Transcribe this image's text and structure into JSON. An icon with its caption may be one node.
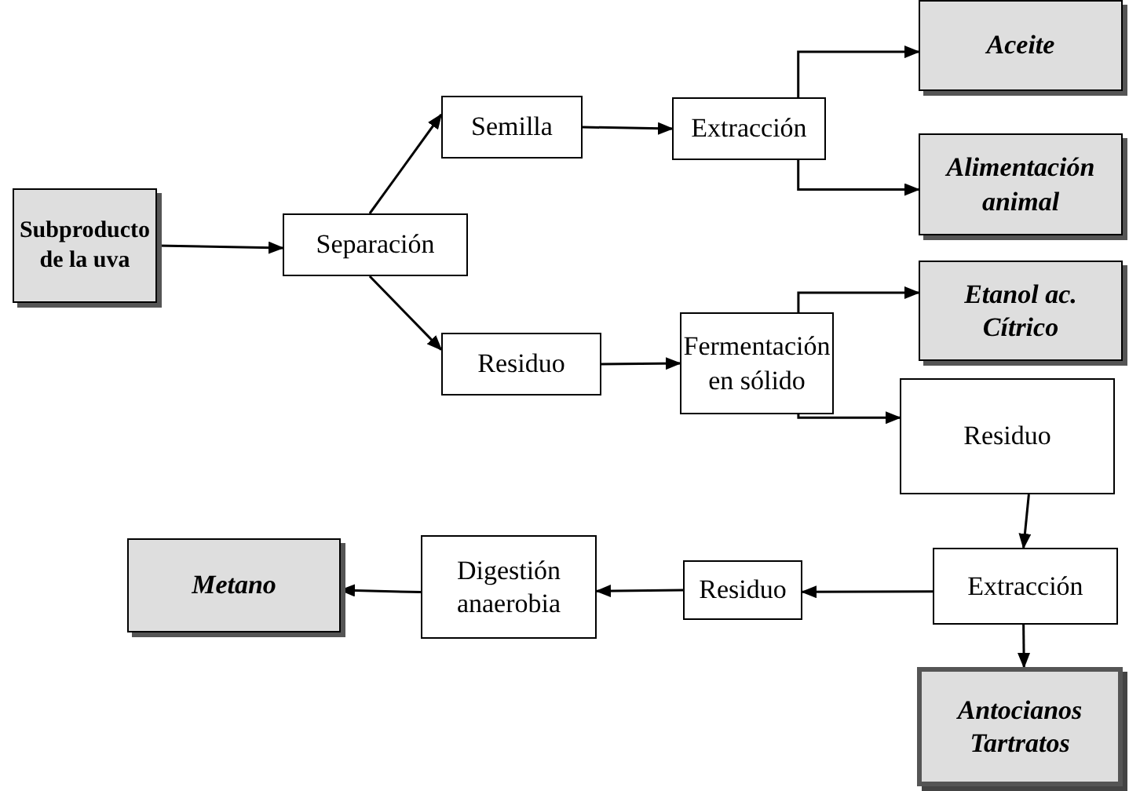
{
  "diagram": {
    "nodes": [
      {
        "text": [
          "Subproducto de la uva"
        ]
      },
      {
        "text": [
          "Separación"
        ]
      },
      {
        "text": [
          "Semilla"
        ]
      },
      {
        "text": [
          "Extracción"
        ]
      },
      {
        "text": [
          "Aceite"
        ]
      },
      {
        "text": [
          "Alimentación animal"
        ]
      },
      {
        "text": [
          "Residuo"
        ]
      },
      {
        "text": [
          "Fermentación en sólido"
        ]
      },
      {
        "text": [
          "Etanol ac. Cítrico"
        ]
      },
      {
        "text": [
          "Residuo"
        ]
      },
      {
        "text": [
          "Extracción"
        ]
      },
      {
        "text": [
          "Residuo"
        ]
      },
      {
        "text": [
          "Digestión anaerobia"
        ]
      },
      {
        "text": [
          "Metano"
        ]
      },
      {
        "text": [
          "Antocianos Tartratos"
        ]
      }
    ],
    "edges": [
      {
        "from": 0,
        "to": 1,
        "arrow": "to"
      },
      {
        "from": 1,
        "to": 2,
        "arrow": "to"
      },
      {
        "from": 1,
        "to": 6,
        "arrow": "to"
      },
      {
        "from": 2,
        "to": 3,
        "arrow": "to"
      },
      {
        "from": 3,
        "to": 4,
        "arrow": "to"
      },
      {
        "from": 3,
        "to": 5,
        "arrow": "to"
      },
      {
        "from": 6,
        "to": 7,
        "arrow": "to"
      },
      {
        "from": 7,
        "to": 8,
        "arrow": "to"
      },
      {
        "from": 7,
        "to": 9,
        "arrow": "to"
      },
      {
        "from": 9,
        "to": 10,
        "arrow": "to"
      },
      {
        "from": 10,
        "to": 11,
        "arrow": "to"
      },
      {
        "from": 11,
        "to": 12,
        "arrow": "to"
      },
      {
        "from": 12,
        "to": 13,
        "arrow": "to"
      },
      {
        "from": 10,
        "to": 14,
        "arrow": "to"
      }
    ]
  }
}
